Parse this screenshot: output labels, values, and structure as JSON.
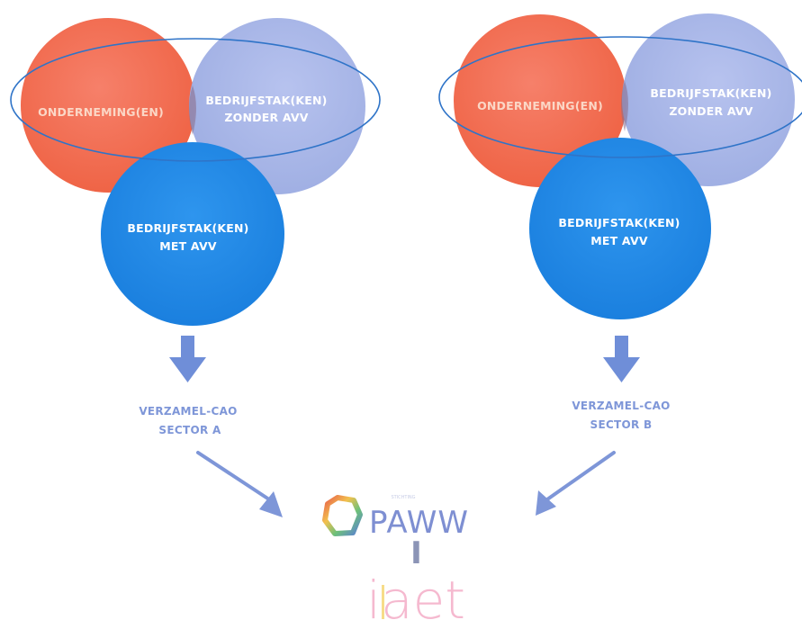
{
  "colors": {
    "orange": "#f26b4c",
    "lavender": "#a4b2e6",
    "blue": "#1e88e5",
    "ellipse": "#2f74c8",
    "arrow": "#6f8ed8",
    "white_text": "#ffffff",
    "orange_text": "#fbd7c6",
    "sector_text": "#7e96d8",
    "paww": "#7e8fd2"
  },
  "diagrams": [
    {
      "circle_onderneming": "ONDERNEMING(EN)",
      "circle_zonder_line1": "BEDRIJFSTAK(KEN)",
      "circle_zonder_line2": "ZONDER AVV",
      "circle_met_line1": "BEDRIJFSTAK(KEN)",
      "circle_met_line2": "MET AVV",
      "sector_line1": "VERZAMEL-CAO",
      "sector_line2": "SECTOR A"
    },
    {
      "circle_onderneming": "ONDERNEMING(EN)",
      "circle_zonder_line1": "BEDRIJFSTAK(KEN)",
      "circle_zonder_line2": "ZONDER AVV",
      "circle_met_line1": "BEDRIJFSTAK(KEN)",
      "circle_met_line2": "MET AVV",
      "sector_line1": "VERZAMEL-CAO",
      "sector_line2": "SECTOR B"
    }
  ],
  "brand": {
    "paww": "PAWW",
    "small_text": "STICHTING",
    "separator": "I",
    "iaet": "iaet"
  }
}
